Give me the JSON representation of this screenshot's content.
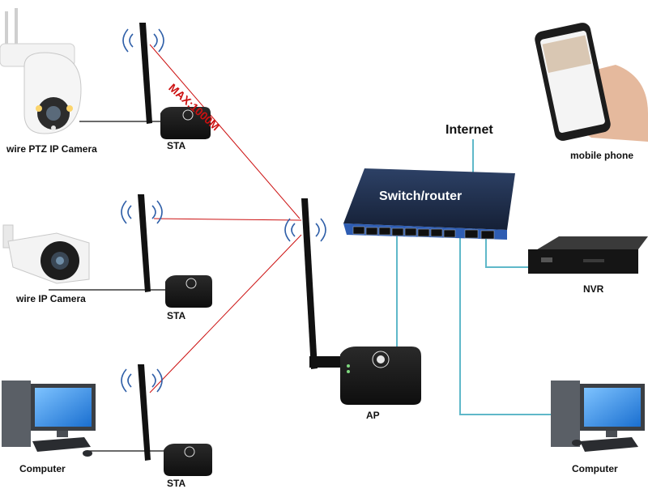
{
  "diagram": {
    "max_distance": "MAX:1000M",
    "internet": "Internet",
    "switch_router": "Switch/router",
    "devices": {
      "ptz_camera": "wire PTZ IP Camera",
      "ip_camera": "wire IP Camera",
      "computer_left": "Computer",
      "sta_1": "STA",
      "sta_2": "STA",
      "sta_3": "STA",
      "ap": "AP",
      "mobile_phone": "mobile phone",
      "nvr": "NVR",
      "computer_right": "Computer"
    },
    "colors": {
      "wireless_link": "#cc1111",
      "lan_cable": "#5fb8c9",
      "switch_body": "#1f2f4d",
      "device_body": "#1a1a1a"
    },
    "icons": [
      "wifi-signal-icon",
      "antenna-icon",
      "camera-icon",
      "computer-icon",
      "phone-icon",
      "nvr-icon"
    ]
  }
}
